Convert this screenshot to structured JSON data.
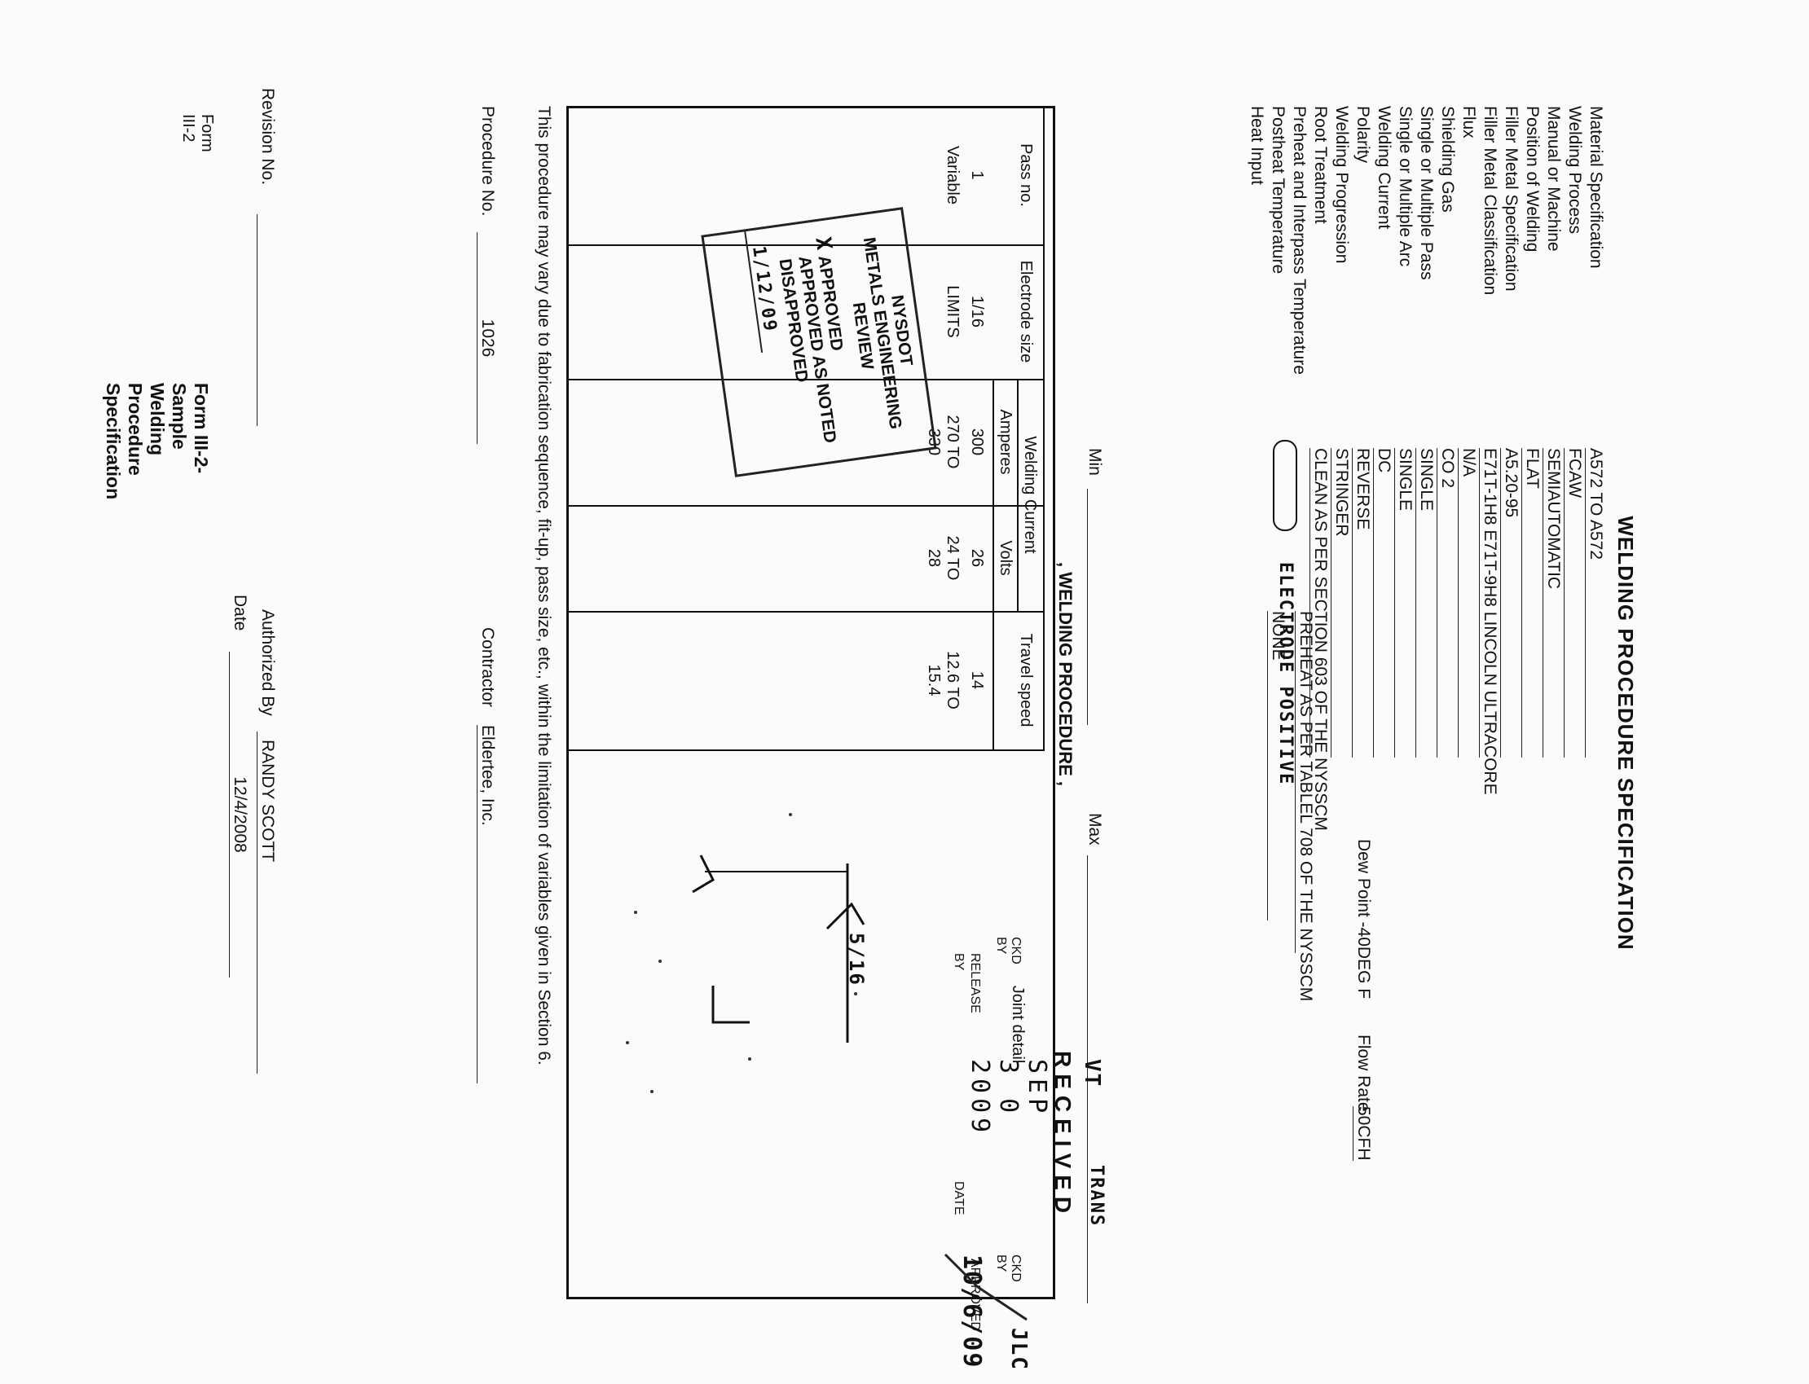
{
  "title": "WELDING PROCEDURE SPECIFICATION",
  "fields": [
    {
      "label": "Material Specification",
      "value": "A572 TO A572"
    },
    {
      "label": "Welding Process",
      "value": "FCAW"
    },
    {
      "label": "Manual or Machine",
      "value": "SEMIAUTOMATIC"
    },
    {
      "label": "Position of Welding",
      "value": "FLAT"
    },
    {
      "label": "Filler Metal Specification",
      "value": "A5.20-95"
    },
    {
      "label": "Filler Metal Classification",
      "value": "E71T-1H8  E71T-9H8 LINCOLN ULTRACORE"
    },
    {
      "label": "Flux",
      "value": "N/A"
    },
    {
      "label": "Shielding Gas",
      "value": "CO 2"
    },
    {
      "label": "Single or Multiple Pass",
      "value": "SINGLE"
    },
    {
      "label": "Single or Multiple Arc",
      "value": "SINGLE"
    },
    {
      "label": "Welding Current",
      "value": "DC"
    },
    {
      "label": "Polarity",
      "value": "REVERSE"
    },
    {
      "label": "Welding Progression",
      "value": "STRINGER"
    },
    {
      "label": "Root Treatment",
      "value": "CLEAN AS PER SECTION 603 OF THE NYSSCM"
    },
    {
      "label": "Preheat and Interpass Temperature",
      "value": "PREHEAT AS PER TABLEL 708 OF THE NYSSCM"
    },
    {
      "label": "Postheat Temperature",
      "value": "NONE"
    },
    {
      "label": "Heat Input",
      "value": ""
    }
  ],
  "gas_extra": {
    "dew_point": "Dew Point  -40DEG F",
    "flow_rate_label": "Flow Rate",
    "flow_rate": "50CFH"
  },
  "polarity_note": "ELECTRODE POSITIVE",
  "heat_input": {
    "min_label": "Min",
    "max_label": "Max"
  },
  "procedure": {
    "heading": "WELDING PROCEDURE",
    "col_pass": "Pass no.",
    "col_electrode": "Electrode size",
    "col_current": "Welding Current",
    "col_amperes": "Amperes",
    "col_volts": "Volts",
    "col_travel": "Travel speed",
    "col_joint": "Joint detail",
    "row1": {
      "pass": "1",
      "electrode": "1/16",
      "amperes": "300",
      "volts": "26",
      "travel": "14"
    },
    "row2": {
      "pass": "Variable",
      "electrode": "LIMITS",
      "amperes": "270 TO 330",
      "volts": "24 TO 28",
      "travel": "12.6 TO 15.4"
    },
    "joint_symbol": "5/16"
  },
  "stamp": {
    "line1": "NYSDOT",
    "line2": "METALS ENGINEERING",
    "line3": "REVIEW",
    "mark": "X",
    "approved": "APPROVED",
    "approved_noted": "APPROVED AS NOTED",
    "disapproved": "DISAPPROVED",
    "date": "1/12/09"
  },
  "note": "This procedure may vary due to fabrication sequence, fit-up, pass size, etc., within the limitation of variables given in Section 6.",
  "footer": {
    "procedure_no_label": "Procedure No.",
    "procedure_no": "1026",
    "revision_no_label": "Revision No.",
    "contractor_label": "Contractor",
    "contractor": "Eldertee, Inc.",
    "authorized_label": "Authorized By",
    "authorized": "RANDY SCOTT",
    "date_label": "Date",
    "date": "12/4/2008",
    "form_id": "Form III-2",
    "form_title": "Form III-2-Sample Welding Procedure Specification"
  },
  "received": {
    "trans": "TRANS",
    "vt": "VT",
    "received": "RECEIVED",
    "date": "SEP 3 0 2009",
    "ckd_by_label": "CKD BY",
    "ckd_by_initials": "JLC",
    "ckd_label": "CKD BY",
    "release_label": "RELEASE",
    "approved_label": "APPROVED",
    "by_label": "BY",
    "date_label": "DATE",
    "handwritten_date": "10/6/09"
  }
}
